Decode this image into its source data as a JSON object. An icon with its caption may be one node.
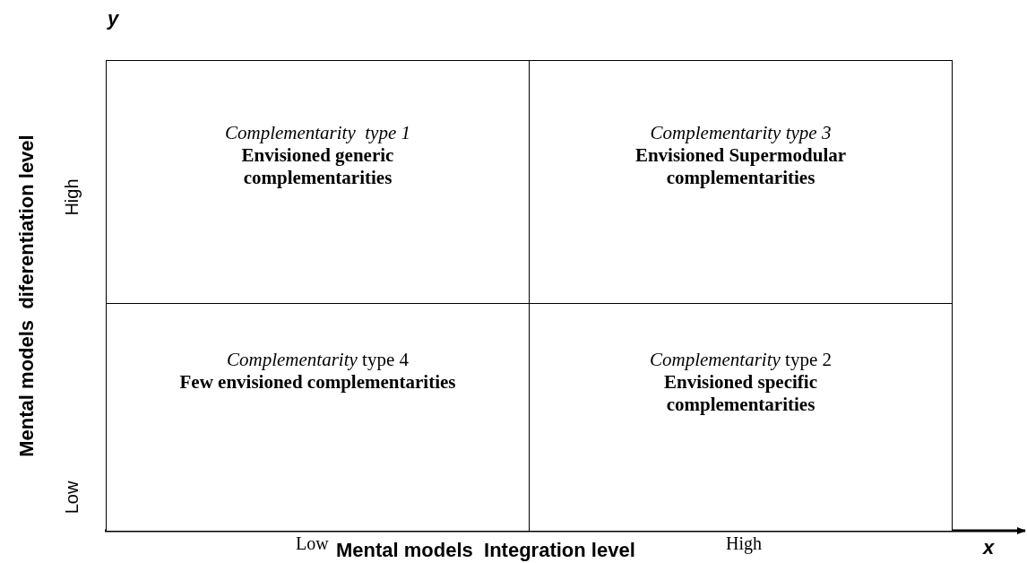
{
  "diagram": {
    "nodes": [
      {
        "text": [
          "Complementarity  type 1",
          "Envisioned generic complementarities"
        ]
      },
      {
        "text": [
          "Complementarity type 3",
          "Envisioned Supermodular complementarities"
        ]
      },
      {
        "text": [
          "*Complementarity* type 4",
          "Few envisioned complementarities"
        ]
      },
      {
        "text": [
          "*Complementarity* type 2",
          "Envisioned specific complementarities"
        ]
      }
    ],
    "edges": [],
    "labels": [
      "y",
      "Mental models  diferentiation level",
      "High",
      "Low",
      "Low",
      "High",
      "x",
      "Mental models  Integration level"
    ]
  }
}
